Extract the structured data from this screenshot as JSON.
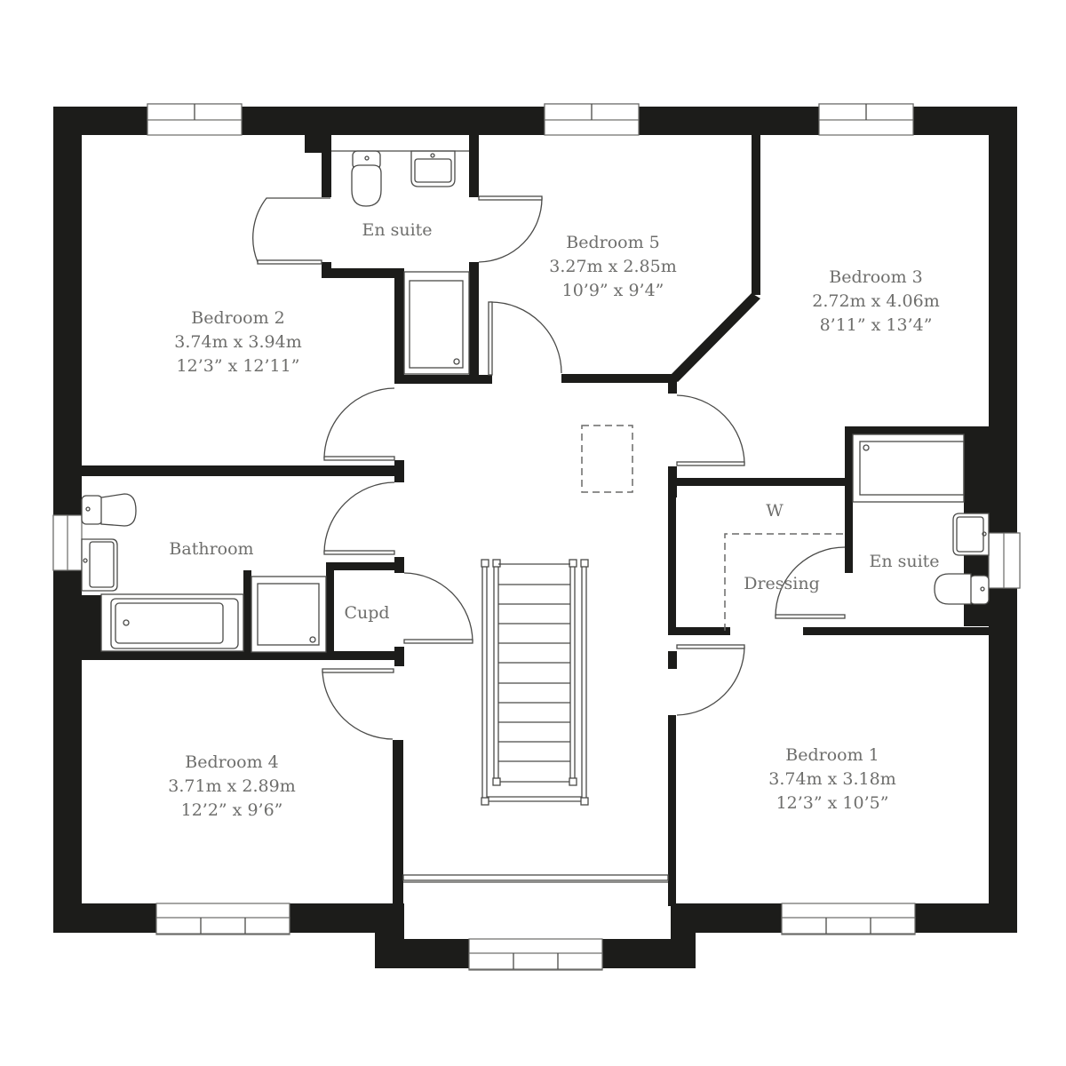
{
  "plan": {
    "type": "first-floor-plan",
    "wall_color": "#1c1c1a",
    "label_color": "#6e6e6c"
  },
  "rooms": {
    "bedroom2": {
      "name": "Bedroom 2",
      "metric": "3.74m x 3.94m",
      "imperial": "12’3” x 12’11”"
    },
    "ensuite_top": {
      "name": "En suite"
    },
    "bedroom5": {
      "name": "Bedroom 5",
      "metric": "3.27m x 2.85m",
      "imperial": "10’9” x 9’4”"
    },
    "bedroom3": {
      "name": "Bedroom 3",
      "metric": "2.72m x 4.06m",
      "imperial": "8’11” x 13’4”"
    },
    "bathroom": {
      "name": "Bathroom"
    },
    "cupd": {
      "name": "Cupd"
    },
    "wardrobe": {
      "name": "W"
    },
    "dressing": {
      "name": "Dressing"
    },
    "ensuite_right": {
      "name": "En suite"
    },
    "bedroom4": {
      "name": "Bedroom 4",
      "metric": "3.71m x 2.89m",
      "imperial": "12’2” x 9’6”"
    },
    "bedroom1": {
      "name": "Bedroom 1",
      "metric": "3.74m x 3.18m",
      "imperial": "12’3” x 10’5”"
    }
  }
}
